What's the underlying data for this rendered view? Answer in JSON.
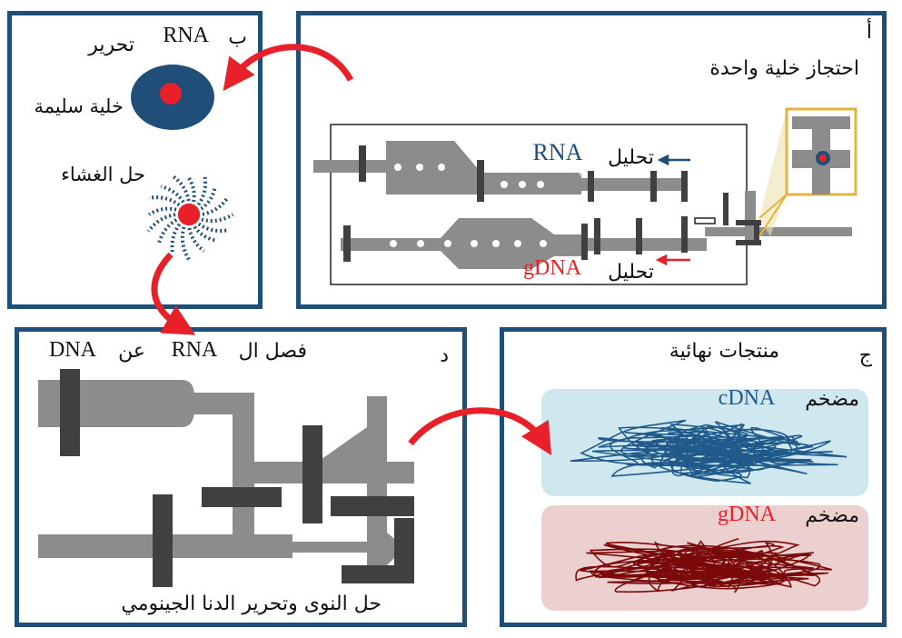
{
  "panels": {
    "a": {
      "letter": "أ",
      "title": "احتجاز خلية واحدة",
      "rna_label": "تحليل",
      "rna_word": "RNA",
      "gdna_label": "تحليل",
      "gdna_word": "gDNA"
    },
    "b": {
      "letter": "ب",
      "release": "تحرير",
      "rna_word": "RNA",
      "intact_cell": "خلية سليمة",
      "lysis": "حل الغشاء"
    },
    "c": {
      "letter": "ج",
      "title": "منتجات نهائية",
      "cdna_prefix": "مضخم",
      "cdna_word": "cDNA",
      "gdna_prefix": "مضخم",
      "gdna_word": "gDNA"
    },
    "d": {
      "letter": "د",
      "sep_part1": "فصل ال",
      "sep_rna": "RNA",
      "sep_from": "عن",
      "sep_dna": "DNA",
      "bottom": "حل النوى وتحرير الدنا الجينومي"
    }
  },
  "colors": {
    "frame": "#1f4e79",
    "arrow": "#e8202a",
    "channel": "#8c8c8c",
    "valve": "#404040",
    "cdna_bg": "#cfe7ef",
    "gdna_bg": "#ecd0cf",
    "cdna": "#1f5a8a",
    "gdna": "#7a0a0a",
    "trap": "#e2b53c"
  }
}
